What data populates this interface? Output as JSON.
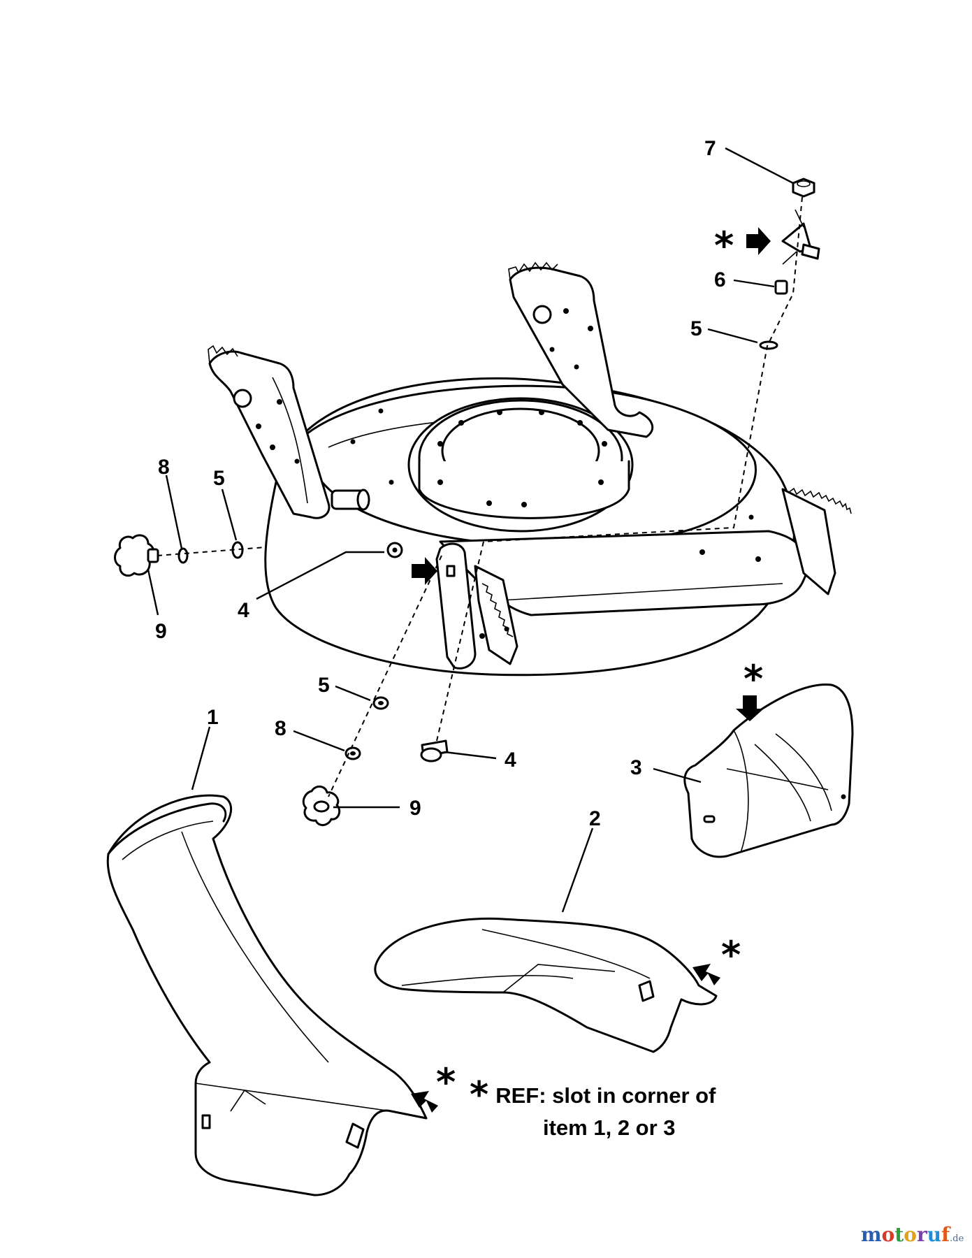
{
  "callouts": {
    "item_7": "7",
    "item_6": "6",
    "item_5_top": "5",
    "item_8_left": "8",
    "item_5_left": "5",
    "item_9_left": "9",
    "item_4_left": "4",
    "item_5_mid": "5",
    "item_8_mid": "8",
    "item_4_mid": "4",
    "item_9_mid": "9",
    "item_1": "1",
    "item_2": "2",
    "item_3": "3"
  },
  "ref_marker": "*",
  "note": {
    "line1": "REF: slot in corner of",
    "line2": "item 1, 2 or 3"
  },
  "watermark": {
    "brand": "motoruf",
    "tld": ".de",
    "colors": [
      "#2a5db0",
      "#d63a2a",
      "#2a9d3c",
      "#e0a21a",
      "#7a3fb0",
      "#1a8fd6",
      "#e05a1a"
    ]
  }
}
